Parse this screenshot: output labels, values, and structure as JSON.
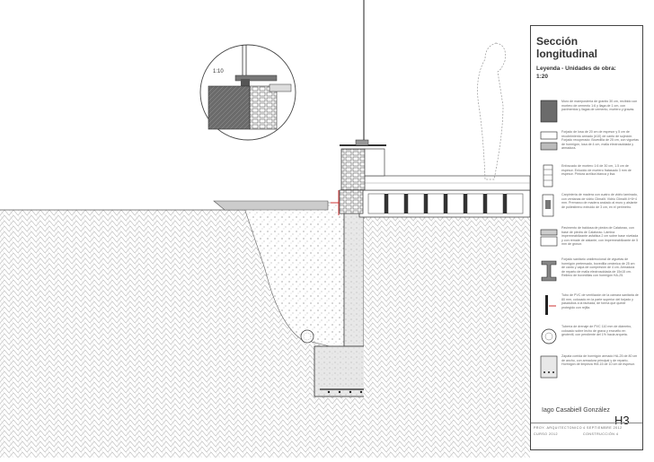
{
  "drawing": {
    "detail_scale": "1:10"
  },
  "panel": {
    "title_line1": "Sección",
    "title_line2": "longitudinal",
    "legend_label": "Leyenda - Unidades de obra:",
    "scale": "1:20",
    "legend": [
      {
        "text": "Muro de mampostería de granito 30 cm, recibido con mortero de cemento 1:6 y llaga de 1 cm, con pavimentos y llagas de cemento, mortero y gravas.",
        "swatch": "stone"
      },
      {
        "text": "Forjado de losa de 20 cm de espesor y 5 cm de recubrimiento armado (#10) de canto de sujeción. Forjado recuperado: Bovedilla de 25 cm, con viguetas de hormigón, losa de 4 cm, malla electrosoldada y armadura.",
        "swatch": "slab"
      },
      {
        "text": "Enfoscado de mortero 1:6 de 30 cm, 1.5 cm de espesor. Enlucido de mortero fratasado 3 mm de espesor. Pintura acrílica blanca y lisa.",
        "swatch": "wall"
      },
      {
        "text": "Carpintería de madera con cuatro de vidrio laminado, con ventanas de vidrio Climalit. Vidrio Climalit 4+6+4 mm. Premarco de madera anclado al muro y aislante de poliestireno extruido de 3 cm, en el perímetro.",
        "swatch": "frame"
      },
      {
        "text": "Pavimento de baldosa de piedra de Calatorao, con base de piedra de Calatorao. Lámina impermeabilizante asfáltica 2 cm sobre base nivelada y con remate de aislante, con impermeabilizante de 5 mm de grosor.",
        "swatch": "floor"
      },
      {
        "text": "Forjado sanitario unidireccional de viguetas de hormigón pretensado, bovedilla cerámica de 25 cm de canto y capa de compresión de 4 cm. Armadura de reparto de malla electrosoldada de 15x15 cm. Relleno de bovedillas con hormigón HA-25.",
        "swatch": "joist"
      },
      {
        "text": "Tubo de PVC de ventilación de la cámara sanitaria de 80 mm, colocado en la parte superior del forjado y pasatubos a la fachada, de forma que quede protegido con rejilla.",
        "swatch": "pipe"
      },
      {
        "text": "Tubería de drenaje de PVC 110 mm de diámetro, colocado sobre lecho de grava y envuelto en geotextil, con pendiente del 1% hacia arqueta.",
        "swatch": "drain"
      },
      {
        "text": "Zapata corrida de hormigón armado HA-25 de 80 cm de ancho, con armadura principal y de reparto. Hormigón de limpieza HM-15 de 10 cm de espesor.",
        "swatch": "footing"
      }
    ],
    "author": "Iago Casabiell González",
    "sheet_code": "H3",
    "footer": [
      "PROY. ARQUITECTONICO",
      "CURSO 2012",
      "4 SEPTIEMBRE 2012",
      "CONSTRUCCIÓN 4"
    ]
  }
}
